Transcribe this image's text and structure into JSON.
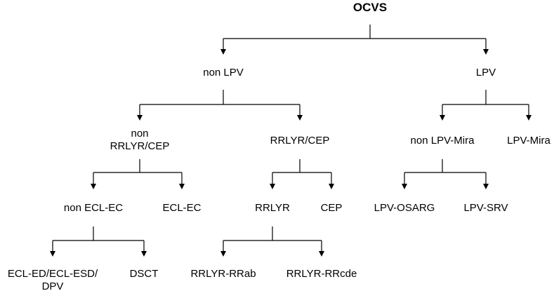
{
  "nodes": {
    "ocvs": "OCVS",
    "non_lpv": "non LPV",
    "lpv": "LPV",
    "non_rrlyr_cep_line1": "non",
    "non_rrlyr_cep_line2": "RRLYR/CEP",
    "rrlyr_cep": "RRLYR/CEP",
    "non_lpv_mira": "non LPV-Mira",
    "lpv_mira": "LPV-Mira",
    "non_ecl_ec": "non ECL-EC",
    "ecl_ec": "ECL-EC",
    "rrlyr": "RRLYR",
    "cep": "CEP",
    "lpv_osarg": "LPV-OSARG",
    "lpv_srv": "LPV-SRV",
    "ecl_ed_line1": "ECL-ED/ECL-ESD/",
    "ecl_ed_line2": "DPV",
    "dsct": "DSCT",
    "rrlyr_rrab": "RRLYR-RRab",
    "rrlyr_rrcde": "RRLYR-RRcde"
  }
}
